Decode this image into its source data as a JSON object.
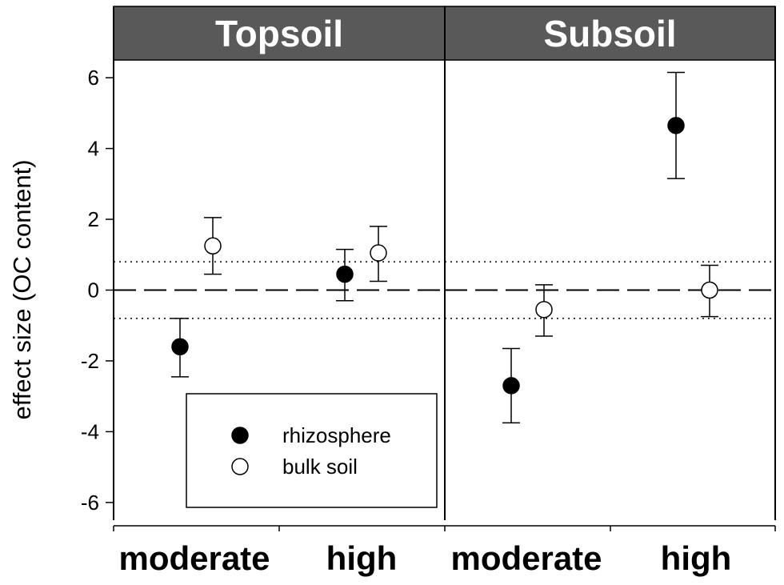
{
  "chart_data": {
    "type": "scatter",
    "ylabel": "effect size (OC content)",
    "ylim": [
      -6.5,
      6.5
    ],
    "yticks": [
      -6,
      -4,
      -2,
      0,
      2,
      4,
      6
    ],
    "ytick_labels": [
      "-6",
      "-4",
      "-2",
      "0",
      "2",
      "4",
      "6"
    ],
    "reference_lines": {
      "zero": 0,
      "dotted_band": [
        -0.8,
        0.8
      ]
    },
    "categories": [
      "moderate",
      "high"
    ],
    "legend": {
      "placement": "bottom-left of Topsoil panel",
      "entries": [
        {
          "name": "rhizosphere",
          "marker": "filled-circle"
        },
        {
          "name": "bulk soil",
          "marker": "open-circle"
        }
      ]
    },
    "colors": {
      "panel_header": "#595959",
      "marker_fill": "#000000",
      "open_marker_fill": "#ffffff"
    },
    "panels": [
      {
        "title": "Topsoil",
        "series": [
          {
            "name": "rhizosphere",
            "points": [
              {
                "category": "moderate",
                "y": -1.6,
                "lower": -2.45,
                "upper": -0.8
              },
              {
                "category": "high",
                "y": 0.45,
                "lower": -0.3,
                "upper": 1.15
              }
            ]
          },
          {
            "name": "bulk soil",
            "points": [
              {
                "category": "moderate",
                "y": 1.25,
                "lower": 0.45,
                "upper": 2.05
              },
              {
                "category": "high",
                "y": 1.05,
                "lower": 0.25,
                "upper": 1.8
              }
            ]
          }
        ]
      },
      {
        "title": "Subsoil",
        "series": [
          {
            "name": "rhizosphere",
            "points": [
              {
                "category": "moderate",
                "y": -2.7,
                "lower": -3.75,
                "upper": -1.65
              },
              {
                "category": "high",
                "y": 4.65,
                "lower": 3.15,
                "upper": 6.15
              }
            ]
          },
          {
            "name": "bulk soil",
            "points": [
              {
                "category": "moderate",
                "y": -0.55,
                "lower": -1.3,
                "upper": 0.15
              },
              {
                "category": "high",
                "y": 0.0,
                "lower": -0.75,
                "upper": 0.7
              }
            ]
          }
        ]
      }
    ]
  }
}
